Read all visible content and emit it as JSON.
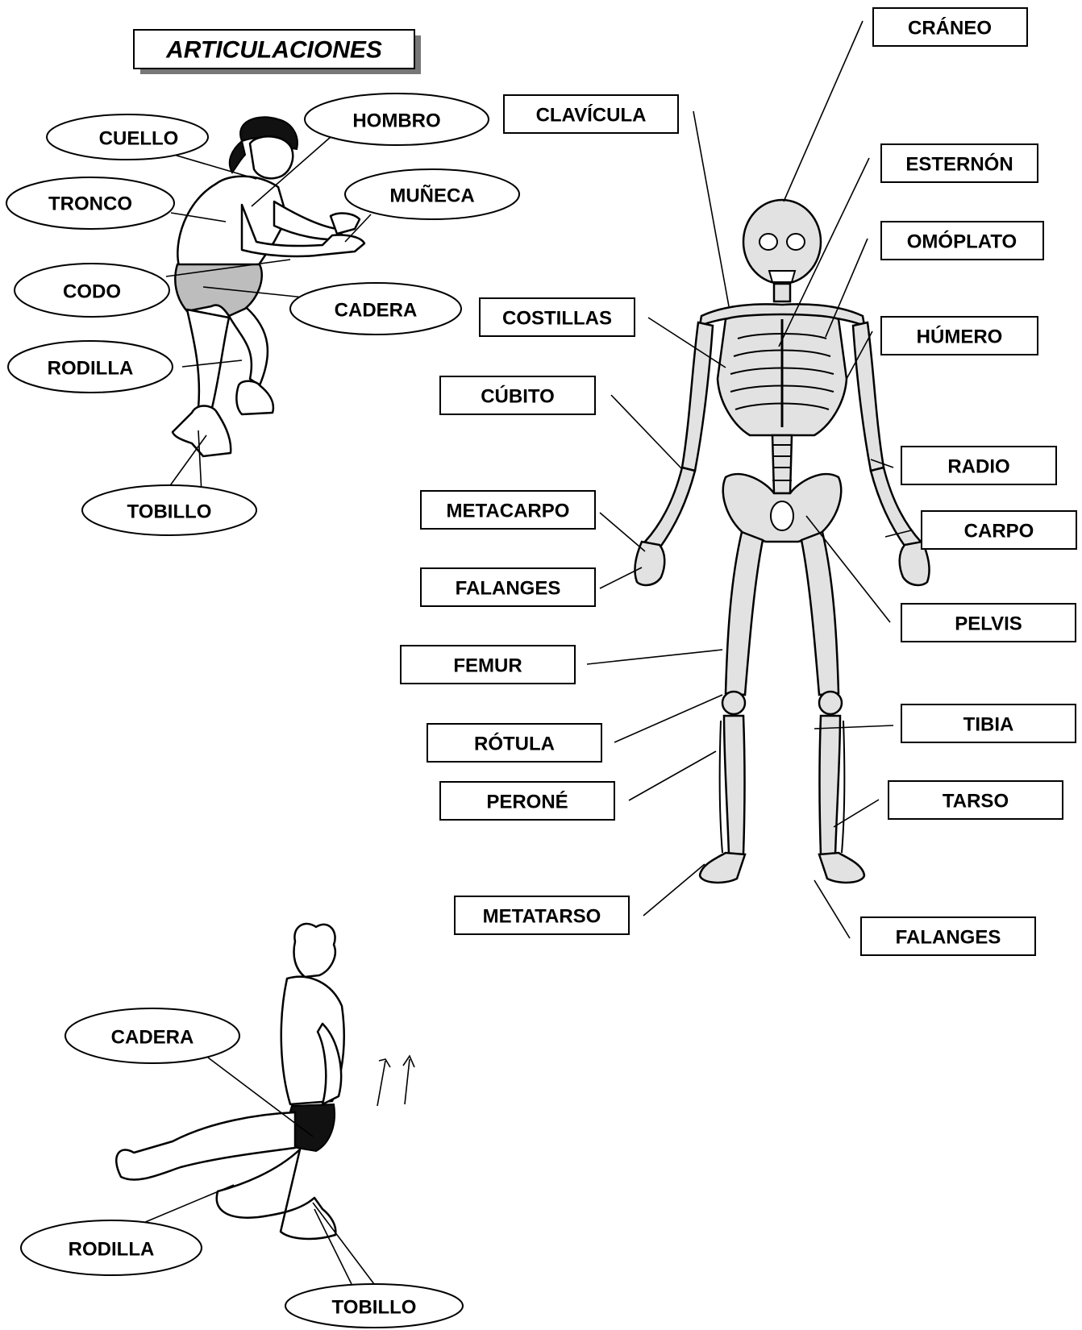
{
  "title": "ARTICULACIONES",
  "joints_top": {
    "cuello": "CUELLO",
    "hombro": "HOMBRO",
    "tronco": "TRONCO",
    "muneca": "MUÑECA",
    "codo": "CODO",
    "cadera": "CADERA",
    "rodilla": "RODILLA",
    "tobillo": "TOBILLO"
  },
  "joints_bottom": {
    "cadera": "CADERA",
    "rodilla": "RODILLA",
    "tobillo": "TOBILLO"
  },
  "bones": {
    "craneo": "CRÁNEO",
    "clavicula": "CLAVÍCULA",
    "esternon": "ESTERNÓN",
    "omoplato": "OMÓPLATO",
    "costillas": "COSTILLAS",
    "humero": "HÚMERO",
    "cubito": "CÚBITO",
    "radio": "RADIO",
    "metacarpo": "METACARPO",
    "carpo": "CARPO",
    "falanges_mano": "FALANGES",
    "pelvis": "PELVIS",
    "femur": "FEMUR",
    "rotula": "RÓTULA",
    "tibia": "TIBIA",
    "perone": "PERONÉ",
    "tarso": "TARSO",
    "metatarso": "METATARSO",
    "falanges_pie": "FALANGES"
  }
}
